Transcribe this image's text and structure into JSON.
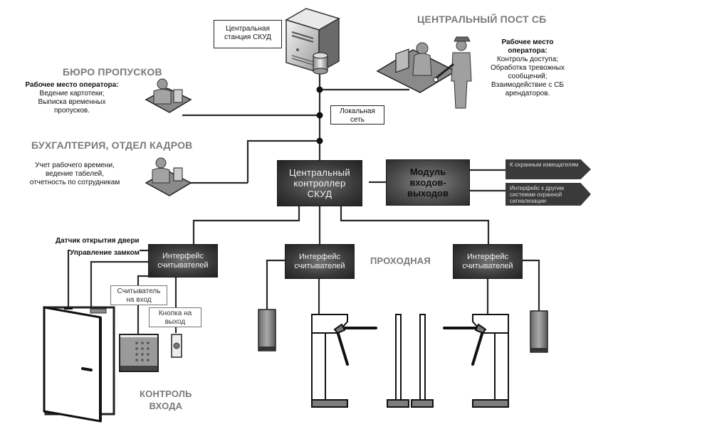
{
  "diagram": {
    "title": "Схема системы контроля и управления доступом (СКУД)",
    "central_station": {
      "label": "Центральная станция СКУД",
      "icon": "server-icon"
    },
    "central_post": {
      "title": "ЦЕНТРАЛЬНЫЙ ПОСТ СБ",
      "desc_heading": "Рабочее место оператора:",
      "desc_lines": [
        "Контроль доступа;",
        "Обработка тревожных сообщений;",
        "Взаимодействие с СБ арендаторов."
      ],
      "icon": "guard-operator-icon"
    },
    "pass_bureau": {
      "title": "БЮРО ПРОПУСКОВ",
      "desc_heading": "Рабочее место оператора:",
      "desc_lines": [
        "Ведение картотеки;",
        "Выписка временных пропусков."
      ],
      "icon": "operator-workstation-icon"
    },
    "accounting": {
      "title": "БУХГАЛТЕРИЯ, ОТДЕЛ КАДРОВ",
      "desc_lines": [
        "Учет рабочего времени,",
        "ведение табелей,",
        "отчетность по сотрудникам"
      ],
      "icon": "operator-workstation-icon"
    },
    "lan": {
      "label": "Локальная сеть"
    },
    "controller": {
      "label": "Центральный контроллер СКУД"
    },
    "io_module": {
      "label": "Модуль входов-выходов",
      "outputs": [
        "К охранным извещателям",
        "Интерфейс к другим системам охранной сигнализации"
      ]
    },
    "reader_interfaces": [
      {
        "label": "Интерфейс считывателей",
        "zone": "entry"
      },
      {
        "label": "Интерфейс считывателей",
        "zone": "checkpoint-left"
      },
      {
        "label": "Интерфейс считывателей",
        "zone": "checkpoint-right"
      }
    ],
    "entry_control": {
      "title_line1": "КОНТРОЛЬ",
      "title_line2": "ВХОДА",
      "door_sensor_label": "Датчик открытия двери",
      "lock_control_label": "Управление замком",
      "entry_reader_label": "Считыватель на вход",
      "exit_button_label": "Кнопка на выход"
    },
    "checkpoint": {
      "title": "ПРОХОДНАЯ",
      "devices": [
        "card-reader-icon",
        "turnstile-icon",
        "gate-post-icon",
        "gate-post-icon",
        "turnstile-icon",
        "card-reader-icon"
      ]
    },
    "colors": {
      "line": "#2a2a2a",
      "dark_box": "#3a3a3a",
      "section_title": "#7a7a7a",
      "device_fill": "#7d7d7d"
    }
  }
}
